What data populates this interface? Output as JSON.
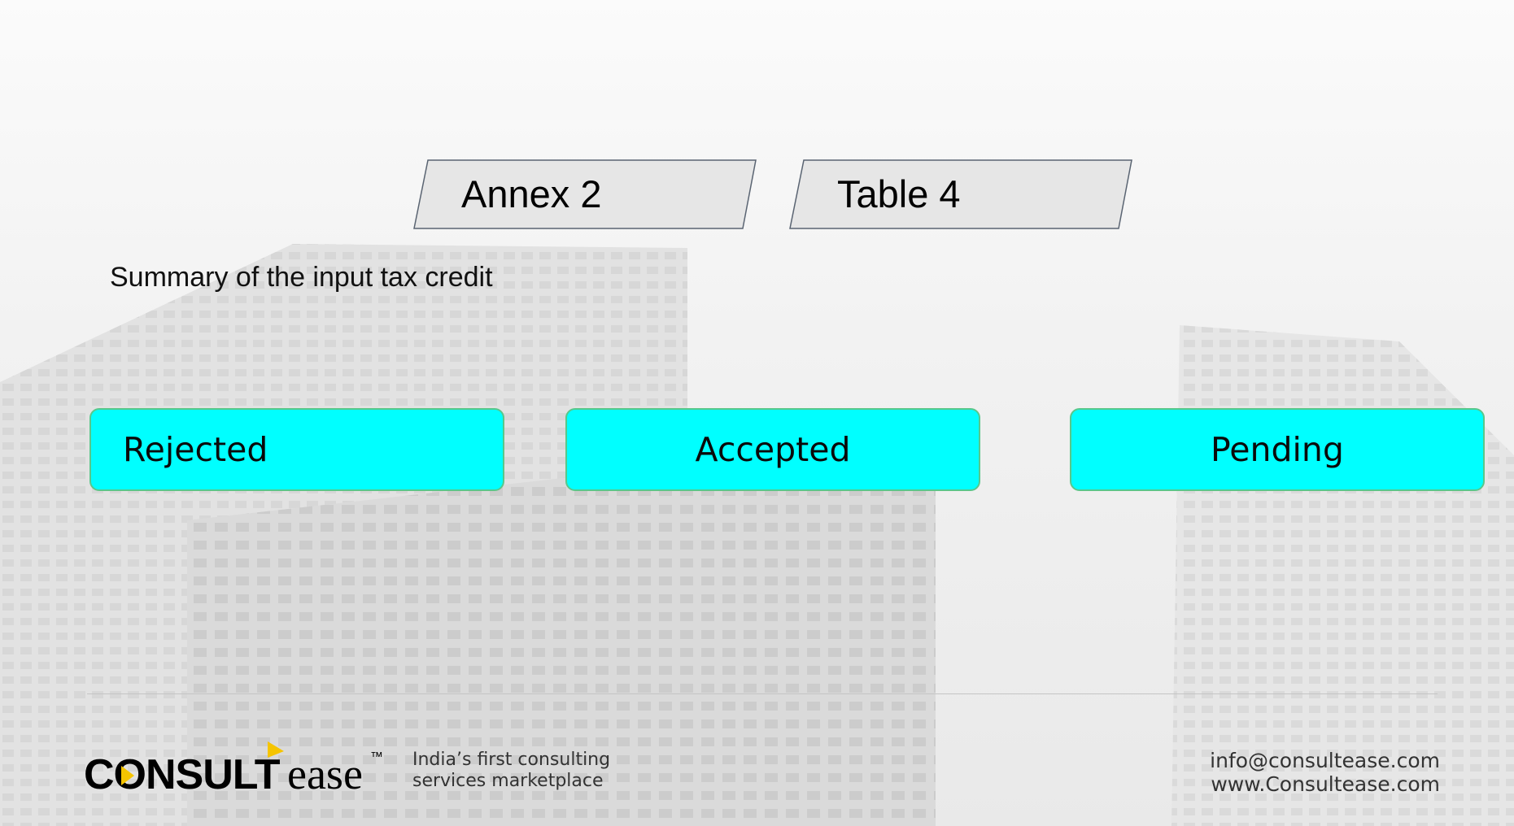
{
  "tabs": [
    {
      "label": "Annex 2"
    },
    {
      "label": "Table 4"
    }
  ],
  "subtitle": "Summary of the input tax credit",
  "status_buttons": [
    {
      "label": "Rejected"
    },
    {
      "label": "Accepted"
    },
    {
      "label": "Pending"
    }
  ],
  "footer": {
    "logo_text": "CONSULTease",
    "logo_tm": "™",
    "tagline_line1": "India’s first consulting",
    "tagline_line2": "services marketplace",
    "email": "info@consultease.com",
    "website": "www.Consultease.com"
  },
  "colors": {
    "button_fill": "#00ffff",
    "button_border": "#59c78a",
    "tab_fill": "#e6e6e6",
    "logo_accent": "#f5c400"
  }
}
